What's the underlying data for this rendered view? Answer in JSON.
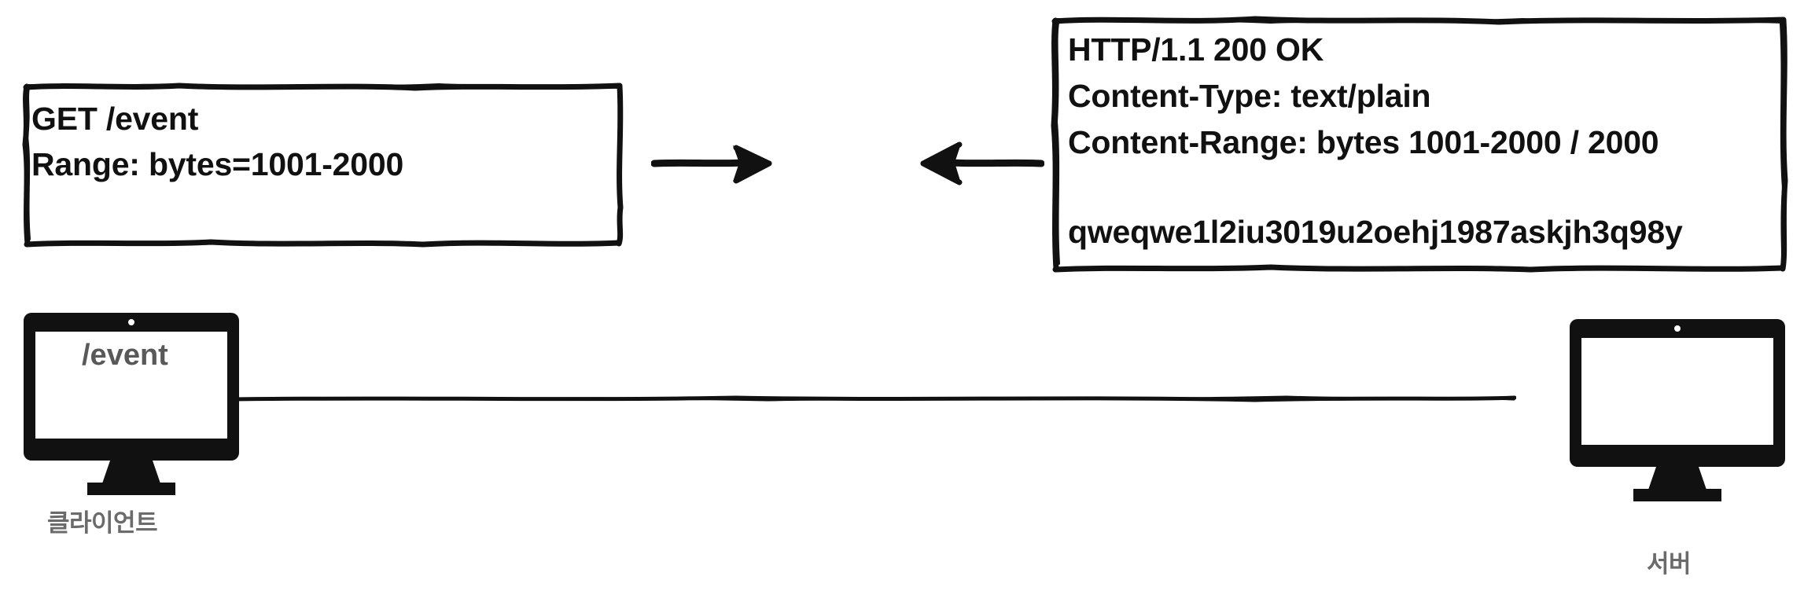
{
  "diagram": {
    "title": "HTTP Range request and 206-style partial response between client and server",
    "background_color": "#ffffff",
    "ink_color": "#111111",
    "gray_text_color": "#6b6b6b"
  },
  "request_box": {
    "name": "http-request-message",
    "lines": [
      {
        "text": "GET /event",
        "bold": false
      },
      {
        "text": "Range: bytes=1001-2000",
        "bold": false
      }
    ]
  },
  "response_box": {
    "name": "http-response-message",
    "lines": [
      {
        "text": "HTTP/1.1 200 OK",
        "bold": false
      },
      {
        "text": "Content-Type: text/plain",
        "bold": false
      },
      {
        "text": "Content-Range: bytes 1001-2000 / 2000",
        "bold": true
      }
    ],
    "body": "qweqwe1l2iu3019u2oehj1987askjh3q98y"
  },
  "arrows": [
    {
      "name": "request-arrow",
      "direction": "right",
      "icon": "arrow-right-icon"
    },
    {
      "name": "response-arrow",
      "direction": "left",
      "icon": "arrow-left-icon"
    }
  ],
  "client": {
    "icon": "monitor-icon",
    "screen_text": "/event",
    "screen_text_color": "#595959",
    "caption": "클라이언트"
  },
  "server": {
    "icon": "monitor-icon",
    "screen_text": "",
    "caption": "서버"
  },
  "connection": {
    "name": "network-link",
    "icon": "horizontal-line-icon"
  }
}
